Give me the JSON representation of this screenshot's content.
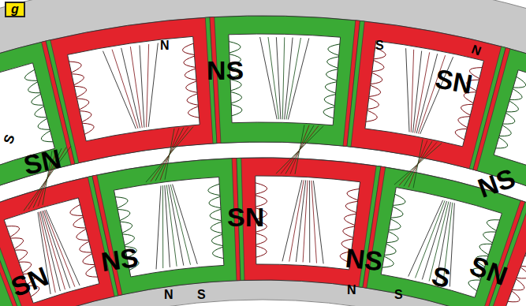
{
  "diagram": {
    "labels": [
      "g",
      "S",
      "N",
      "NS",
      "S",
      "SN",
      "N",
      "SN",
      "NS",
      "NS",
      "SN",
      "NS",
      "S",
      "SN",
      "S",
      "N",
      "S",
      "N",
      "SN"
    ]
  }
}
